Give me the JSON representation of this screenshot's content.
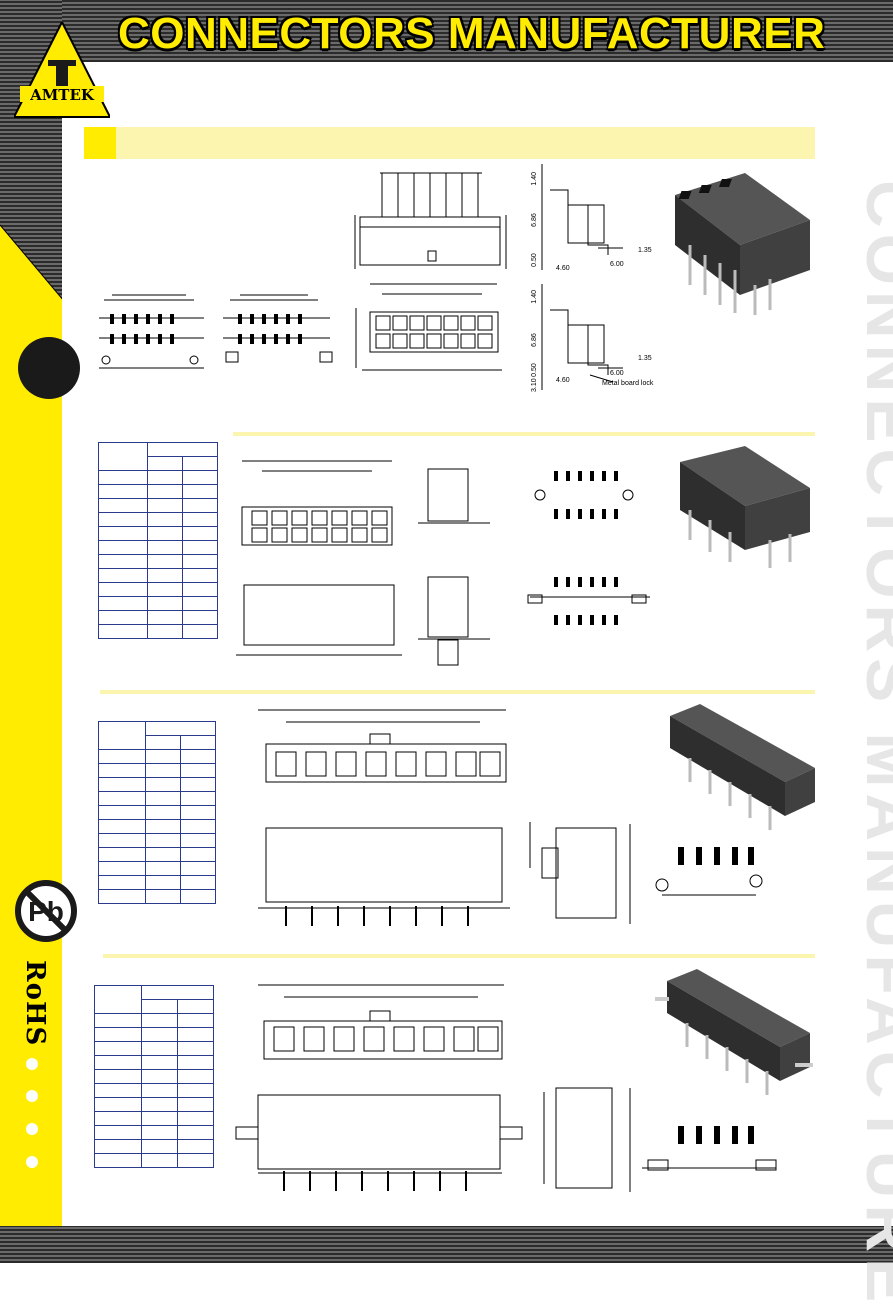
{
  "header": {
    "title": "CONNECTORS MANUFACTURER",
    "logo_text": "AMTEK"
  },
  "sidebar": {
    "pb_label": "Pb",
    "rohs_label": "RoHS"
  },
  "watermark": {
    "text": "CONNECTORS MANUFACTURE"
  },
  "drawings": {
    "section1": {
      "dims_top": [
        "1.40",
        "6.86",
        "0.50",
        "4.60",
        "6.00",
        "1.35"
      ],
      "dims_bottom": [
        "1.40",
        "6.86",
        "0.50",
        "3.10",
        "4.60",
        "6.00",
        "1.35"
      ],
      "note": "Metal board lock"
    }
  },
  "colors": {
    "yellow": "#ffec00",
    "pale_yellow": "#fbf5b0",
    "dark": "#2b2b2b",
    "table_border": "#2a3a8c"
  }
}
